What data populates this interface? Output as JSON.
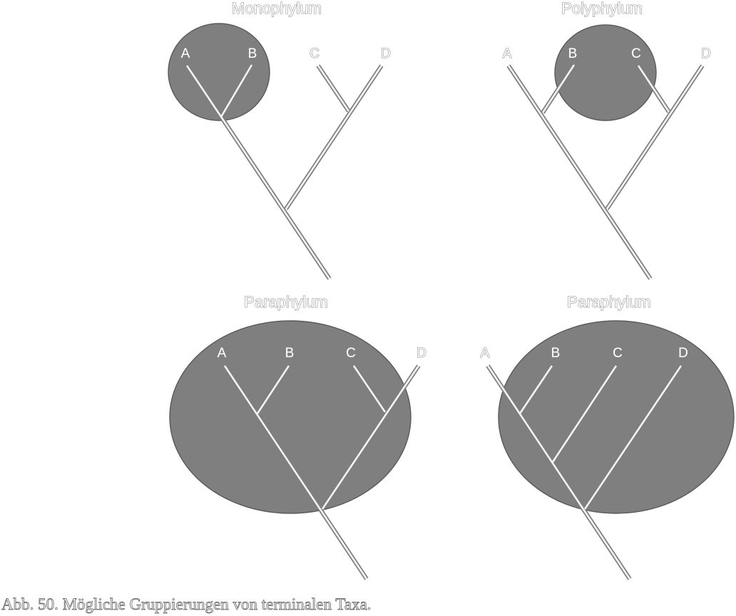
{
  "figure": {
    "caption": "Abb. 50. Mögliche Gruppierungen von terminalen Taxa.",
    "panels": [
      {
        "title": "Monophylum",
        "taxa": [
          "A",
          "B",
          "C",
          "D"
        ]
      },
      {
        "title": "Polyphylum",
        "taxa": [
          "A",
          "B",
          "C",
          "D"
        ]
      },
      {
        "title": "Paraphylum",
        "taxa": [
          "A",
          "B",
          "C",
          "D"
        ]
      },
      {
        "title": "Paraphylum",
        "taxa": [
          "A",
          "B",
          "C",
          "D"
        ]
      }
    ]
  },
  "colors": {
    "group_fill": "#7f7f7f",
    "branch": "#f2f2f2",
    "outline": "#7d7d7d"
  }
}
